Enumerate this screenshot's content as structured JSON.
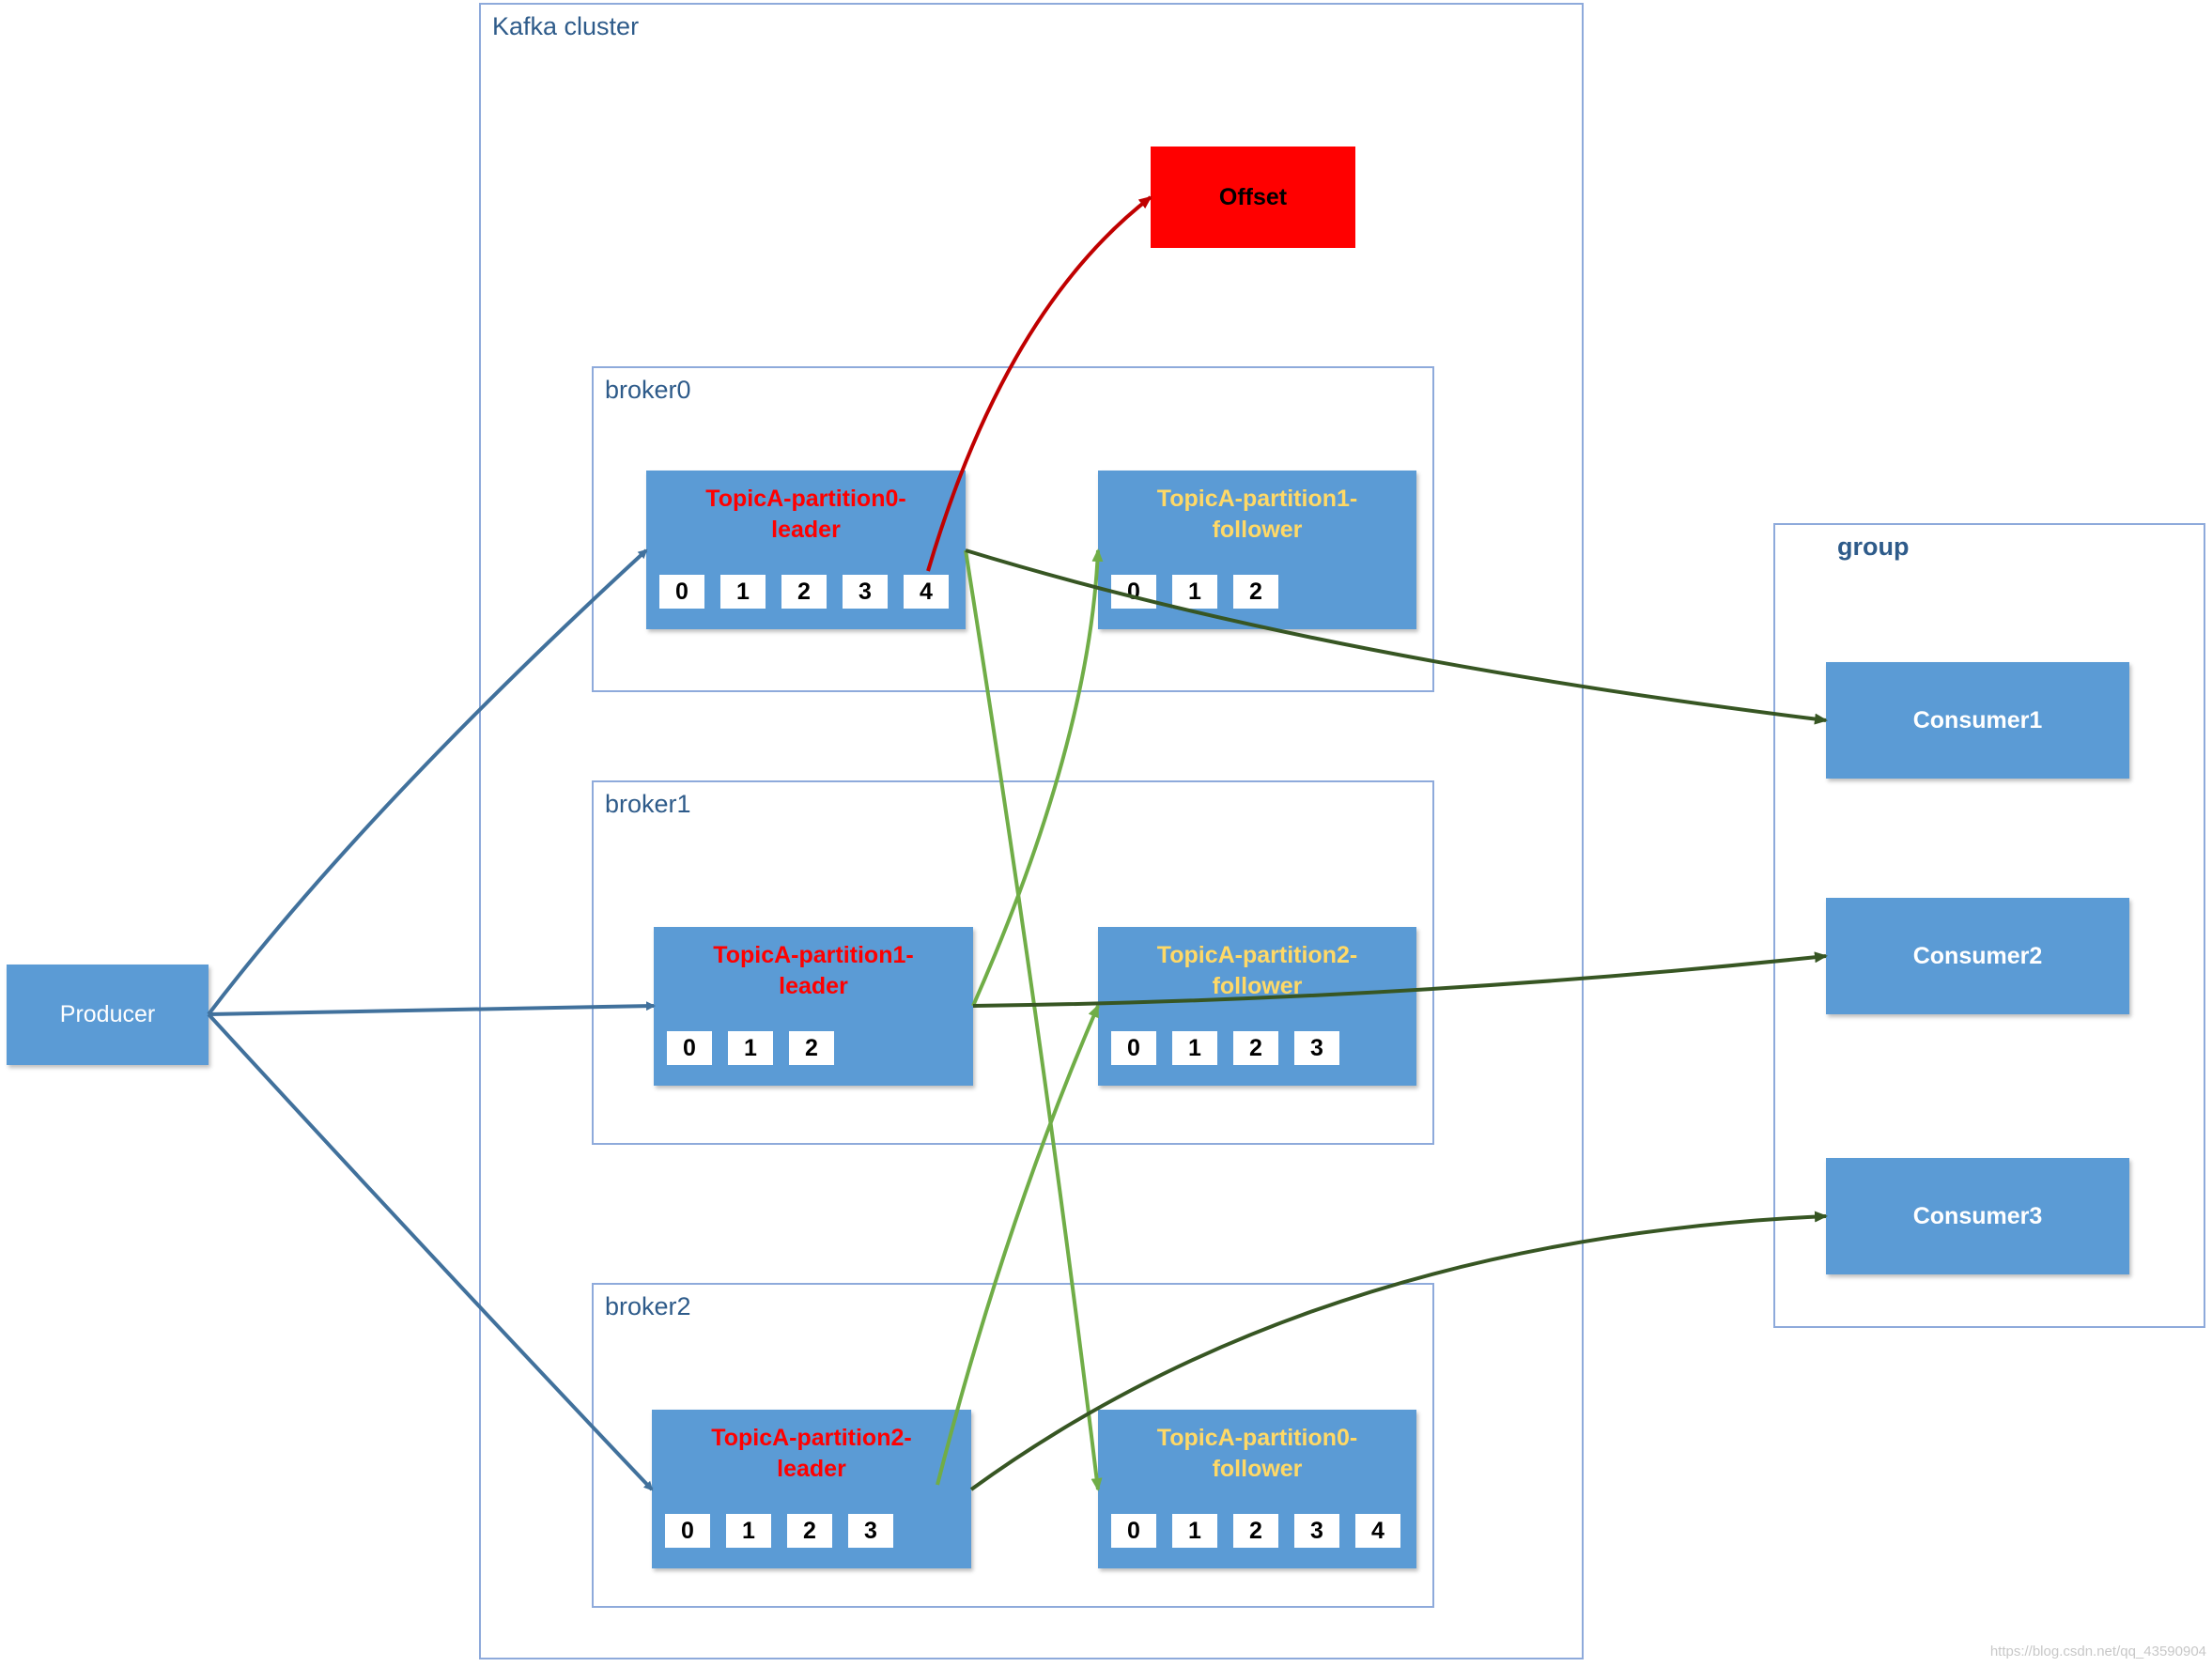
{
  "cluster": {
    "label": "Kafka cluster"
  },
  "offset": {
    "label": "Offset"
  },
  "brokers": {
    "b0": {
      "label": "broker0"
    },
    "b1": {
      "label": "broker1"
    },
    "b2": {
      "label": "broker2"
    }
  },
  "partitions": {
    "p0_leader": {
      "title": "TopicA-partition0-\nleader",
      "cells": [
        "0",
        "1",
        "2",
        "3",
        "4"
      ]
    },
    "p1_follower": {
      "title": "TopicA-partition1-\nfollower",
      "cells": [
        "0",
        "1",
        "2"
      ]
    },
    "p1_leader": {
      "title": "TopicA-partition1-\nleader",
      "cells": [
        "0",
        "1",
        "2"
      ]
    },
    "p2_follower": {
      "title": "TopicA-partition2-\nfollower",
      "cells": [
        "0",
        "1",
        "2",
        "3"
      ]
    },
    "p2_leader": {
      "title": "TopicA-partition2-\nleader",
      "cells": [
        "0",
        "1",
        "2",
        "3"
      ]
    },
    "p0_follower": {
      "title": "TopicA-partition0-\nfollower",
      "cells": [
        "0",
        "1",
        "2",
        "3",
        "4"
      ]
    }
  },
  "producer": {
    "label": "Producer"
  },
  "group": {
    "label": "group"
  },
  "consumers": {
    "c1": {
      "label": "Consumer1"
    },
    "c2": {
      "label": "Consumer2"
    },
    "c3": {
      "label": "Consumer3"
    }
  },
  "colors": {
    "produce_arrow": "#41719c",
    "consume_arrow": "#375623",
    "replica_arrow": "#70ad47",
    "offset_arrow": "#c00000",
    "node_fill": "#5b9bd5",
    "frame_border": "#8eaadb",
    "leader_text": "#ff0000",
    "follower_text": "#ffd966"
  },
  "watermark": "https://blog.csdn.net/qq_43590904"
}
